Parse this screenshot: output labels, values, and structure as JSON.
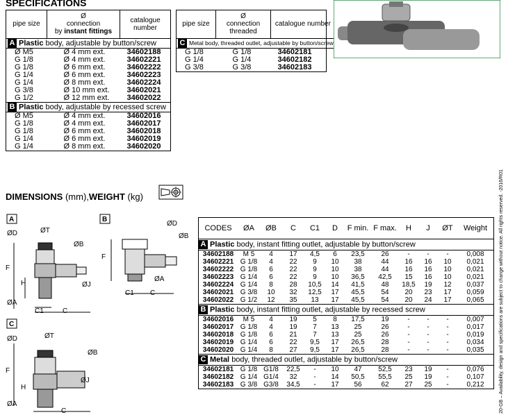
{
  "specifications": {
    "title": "SPECIFICATIONS",
    "left_table": {
      "col_pipe": "pipe size",
      "col_conn_symbol": "Ø",
      "col_conn": "connection",
      "col_conn_by": "by",
      "col_conn_type": "instant fittings",
      "col_cat": "catalogue number",
      "section_a": {
        "badge": "A",
        "bold": "Plastic",
        "rest": "body, adjustable by button/screw"
      },
      "rows_a": [
        [
          "Ø M5",
          "Ø  4 mm ext.",
          "34602188"
        ],
        [
          "G 1/8",
          "Ø  4 mm ext.",
          "34602221"
        ],
        [
          "G 1/8",
          "Ø  6 mm ext.",
          "34602222"
        ],
        [
          "G 1/4",
          "Ø  6 mm ext.",
          "34602223"
        ],
        [
          "G 1/4",
          "Ø  8 mm ext.",
          "34602224"
        ],
        [
          "G 3/8",
          "Ø 10 mm ext.",
          "34602021"
        ],
        [
          "G 1/2",
          "Ø 12 mm ext.",
          "34602022"
        ]
      ],
      "section_b": {
        "badge": "B",
        "bold": "Plastic",
        "rest": "body, adjustable by recessed screw"
      },
      "rows_b": [
        [
          "Ø M5",
          "Ø  4 mm ext.",
          "34602016"
        ],
        [
          "G 1/8",
          "Ø  4 mm ext.",
          "34602017"
        ],
        [
          "G 1/8",
          "Ø  6 mm ext.",
          "34602018"
        ],
        [
          "G 1/4",
          "Ø  6 mm ext.",
          "34602019"
        ],
        [
          "G 1/4",
          "Ø  8 mm ext.",
          "34602020"
        ]
      ]
    },
    "right_table": {
      "col_pipe": "pipe size",
      "col_conn_symbol": "Ø",
      "col_conn": "connection",
      "col_conn_type": "threaded",
      "col_cat": "catalogue number",
      "section_c": {
        "badge": "C",
        "text": "Metal body, threaded outlet, adjustable by button/screw"
      },
      "rows_c": [
        [
          "G 1/8",
          "G 1/8",
          "34602181"
        ],
        [
          "G 1/4",
          "G 1/4",
          "34602182"
        ],
        [
          "G 3/8",
          "G 3/8",
          "34602183"
        ]
      ]
    }
  },
  "dimensions": {
    "title_bold1": "DIMENSIONS",
    "title_mm": "(mm),",
    "title_bold2": "WEIGHT",
    "title_kg": "(kg)",
    "drawing_labels": {
      "a": "A",
      "b": "B",
      "c": "C",
      "od": "ØD",
      "ot": "ØT",
      "ob": "ØB",
      "oa": "ØA",
      "oj": "ØJ",
      "f": "F",
      "h": "H",
      "c1": "C1",
      "cc": "C"
    },
    "headers": [
      "CODES",
      "ØA",
      "ØB",
      "C",
      "C1",
      "D",
      "F min.",
      "F max.",
      "H",
      "J",
      "ØT",
      "Weight"
    ],
    "section_a": {
      "badge": "A",
      "bold": "Plastic",
      "rest": "body, instant fitting outlet, adjustable by button/screw"
    },
    "rows_a": [
      [
        "34602188",
        "M 5",
        "4",
        "17",
        "4,5",
        "6",
        "23,5",
        "26",
        "-",
        "-",
        "-",
        "0,008"
      ],
      [
        "34602221",
        "G 1/8",
        "4",
        "22",
        "9",
        "10",
        "38",
        "44",
        "16",
        "16",
        "10",
        "0,021"
      ],
      [
        "34602222",
        "G 1/8",
        "6",
        "22",
        "9",
        "10",
        "38",
        "44",
        "16",
        "16",
        "10",
        "0,021"
      ],
      [
        "34602223",
        "G 1/4",
        "6",
        "22",
        "9",
        "10",
        "36,5",
        "42,5",
        "15",
        "16",
        "10",
        "0,021"
      ],
      [
        "34602224",
        "G 1/4",
        "8",
        "28",
        "10,5",
        "14",
        "41,5",
        "48",
        "18,5",
        "19",
        "12",
        "0,037"
      ],
      [
        "34602021",
        "G 3/8",
        "10",
        "32",
        "12,5",
        "17",
        "45,5",
        "54",
        "20",
        "23",
        "17",
        "0,059"
      ],
      [
        "34602022",
        "G 1/2",
        "12",
        "35",
        "13",
        "17",
        "45,5",
        "54",
        "20",
        "24",
        "17",
        "0,065"
      ]
    ],
    "section_b": {
      "badge": "B",
      "bold": "Plastic",
      "rest": "body, instant fitting outlet, adjustable by recessed screw"
    },
    "rows_b": [
      [
        "34602016",
        "M 5",
        "4",
        "19",
        "5",
        "8",
        "17,5",
        "19",
        "-",
        "-",
        "-",
        "0,007"
      ],
      [
        "34602017",
        "G 1/8",
        "4",
        "19",
        "7",
        "13",
        "25",
        "26",
        "-",
        "-",
        "-",
        "0,017"
      ],
      [
        "34602018",
        "G 1/8",
        "6",
        "21",
        "7",
        "13",
        "25",
        "26",
        "-",
        "-",
        "-",
        "0,019"
      ],
      [
        "34602019",
        "G 1/4",
        "6",
        "22",
        "9,5",
        "17",
        "26,5",
        "28",
        "-",
        "-",
        "-",
        "0,034"
      ],
      [
        "34602020",
        "G 1/4",
        "8",
        "27",
        "9,5",
        "17",
        "26,5",
        "28",
        "-",
        "-",
        "-",
        "0,035"
      ]
    ],
    "section_c": {
      "badge": "C",
      "bold": "Metal",
      "rest": "body, threaded outlet, adjustable by button/screw"
    },
    "rows_c": [
      [
        "34602181",
        "G 1/8",
        "G1/8",
        "22,5",
        "-",
        "10",
        "47",
        "52,5",
        "23",
        "19",
        "-",
        "0,076"
      ],
      [
        "34602182",
        "G 1/4",
        "G1/4",
        "32",
        "-",
        "14",
        "50,5",
        "55,5",
        "25",
        "19",
        "-",
        "0,107"
      ],
      [
        "34602183",
        "G 3/8",
        "G3/8",
        "34,5",
        "-",
        "17",
        "56",
        "62",
        "27",
        "25",
        "-",
        "0,212"
      ]
    ]
  },
  "side_note": "20-GB – Availability, design and specifications are subject to change without notice. All rights reserved. -2016/R01"
}
